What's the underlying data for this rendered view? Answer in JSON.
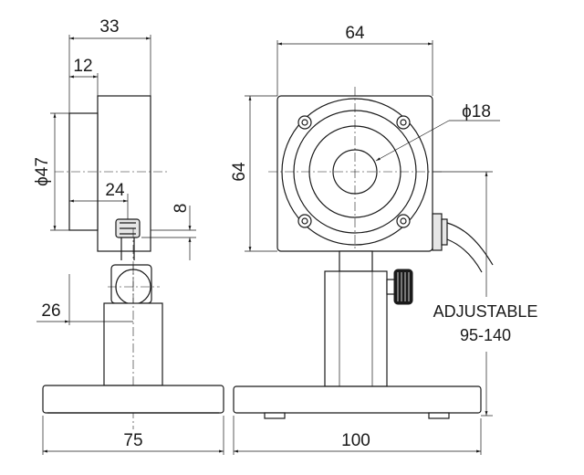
{
  "side_view": {
    "dim_width_total": "33",
    "dim_width_body": "12",
    "dim_diameter_outer": "ϕ47",
    "dim_offset": "24",
    "dim_height_offset": "8",
    "dim_post": "26",
    "dim_base": "75"
  },
  "front_view": {
    "dim_width": "64",
    "dim_height": "64",
    "dim_aperture": "ϕ18",
    "dim_base": "100",
    "note_line1": "ADJUSTABLE",
    "note_line2": "95-140"
  }
}
